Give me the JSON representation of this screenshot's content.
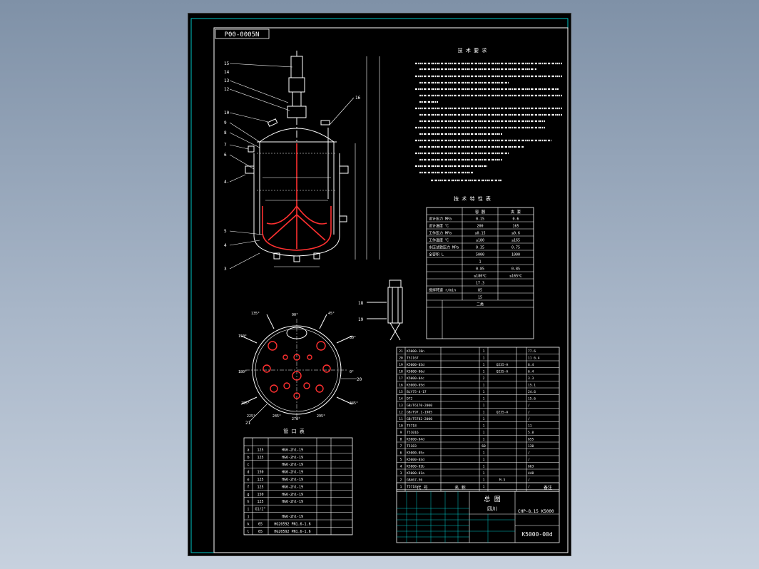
{
  "drawing_no_tag": "P00-0005N",
  "technical_requirements": {
    "title": "技 术 要 求"
  },
  "tech_characteristics": {
    "title": "技 术 特 性 表",
    "rows": [
      {
        "label": "设计压力 MPa",
        "v1": "0.15",
        "v2": "0.6"
      },
      {
        "label": "设计温度 ℃",
        "v1": "200",
        "v2": "165"
      },
      {
        "label": "工作压力 MPa",
        "v1": "≤0.15",
        "v2": "≤0.6"
      },
      {
        "label": "工作温度 ℃",
        "v1": "≤180",
        "v2": "≤165"
      },
      {
        "label": "水压试验压力 MPa",
        "v1": "0.35",
        "v2": "0.75"
      },
      {
        "label": "全容积 L",
        "v1": "5000",
        "v2": "1000"
      },
      {
        "label": "",
        "v1": "1",
        "v2": ""
      },
      {
        "label": "",
        "v1": "0.85",
        "v2": "0.85"
      },
      {
        "label": "",
        "v1": "≤180℃",
        "v2": "≤165℃"
      },
      {
        "label": "",
        "v1": "17.3",
        "v2": ""
      },
      {
        "label": "搅拌转速 r/min",
        "v1": "85",
        "v2": ""
      },
      {
        "label": "",
        "v1": "15",
        "v2": ""
      },
      {
        "label": "",
        "v1": "二类",
        "v2": ""
      }
    ]
  },
  "nozzle_table": {
    "title": "管 口 表",
    "rows": [
      {
        "mark": "a",
        "dn": "125",
        "std": "HG6-2hl-19"
      },
      {
        "mark": "b",
        "dn": "125",
        "std": "HG6-2hl-19"
      },
      {
        "mark": "c",
        "dn": "",
        "std": "HG6-2hl-19"
      },
      {
        "mark": "d",
        "dn": "150",
        "std": "HG6-2hl-19"
      },
      {
        "mark": "e",
        "dn": "125",
        "std": "HG6-2hl-19"
      },
      {
        "mark": "f",
        "dn": "125",
        "std": "HG6-2hl-19"
      },
      {
        "mark": "g",
        "dn": "150",
        "std": "HG6-2hl-19"
      },
      {
        "mark": "h",
        "dn": "125",
        "std": "HG6-2hl-19"
      },
      {
        "mark": "i",
        "dn": "G1/2\"",
        "std": ""
      },
      {
        "mark": "j",
        "dn": "",
        "std": "HG6-2hl-19"
      },
      {
        "mark": "k",
        "dn": "65",
        "std": "HG20592 PN1.6-1.6"
      },
      {
        "mark": "l",
        "dn": "65",
        "std": "HG20592 PN1.6-1.6"
      }
    ]
  },
  "parts_list": {
    "rows": [
      {
        "no": "21",
        "code": "K5000-18n",
        "qty": "1",
        "mat": "",
        "note": "77.6"
      },
      {
        "no": "20",
        "code": "T51167",
        "qty": "1",
        "mat": "",
        "note": "11 6.4"
      },
      {
        "no": "19",
        "code": "K5000-03d",
        "qty": "1",
        "mat": "Q235-A",
        "note": "6.4"
      },
      {
        "no": "18",
        "code": "K5000-06d",
        "qty": "1",
        "mat": "Q235-A",
        "note": "6.4"
      },
      {
        "no": "17",
        "code": "K5000-04c",
        "qty": "2",
        "mat": "",
        "note": "3.3"
      },
      {
        "no": "16",
        "code": "K5000-05d",
        "qty": "1",
        "mat": "",
        "note": "15.1"
      },
      {
        "no": "15",
        "code": "BLY75-4-17",
        "qty": "1",
        "mat": "",
        "note": "24.6"
      },
      {
        "no": "14",
        "code": "D72",
        "qty": "1",
        "mat": "",
        "note": "15.6"
      },
      {
        "no": "13",
        "code": "GB/T6170-2000",
        "qty": "1",
        "mat": "",
        "note": "/"
      },
      {
        "no": "12",
        "code": "GB/T97.1-1985",
        "qty": "1",
        "mat": "Q235-A",
        "note": "/"
      },
      {
        "no": "11",
        "code": "GB/T5782-2000",
        "qty": "1",
        "mat": "",
        "note": "/"
      },
      {
        "no": "10",
        "code": "T5718",
        "qty": "1",
        "mat": "",
        "note": "11"
      },
      {
        "no": "9",
        "code": "T51016",
        "qty": "1",
        "mat": "",
        "note": "5.8"
      },
      {
        "no": "8",
        "code": "K5000-04d",
        "qty": "1",
        "mat": "",
        "note": "655"
      },
      {
        "no": "7",
        "code": "T5183",
        "qty": "60",
        "mat": "",
        "note": "130"
      },
      {
        "no": "6",
        "code": "K5000-05c",
        "qty": "1",
        "mat": "",
        "note": "/"
      },
      {
        "no": "5",
        "code": "K5000-03d",
        "qty": "1",
        "mat": "",
        "note": "/"
      },
      {
        "no": "4",
        "code": "K5000-02b",
        "qty": "1",
        "mat": "",
        "note": "663"
      },
      {
        "no": "3",
        "code": "K5000-01a",
        "qty": "1",
        "mat": "",
        "note": "448"
      },
      {
        "no": "2",
        "code": "GB467-56",
        "qty": "1",
        "mat": "M.3",
        "note": "/"
      },
      {
        "no": "1",
        "code": "T5718",
        "qty": "1",
        "mat": "",
        "note": "/"
      }
    ]
  },
  "title_block": {
    "name_main": "总 图",
    "name_sub": "四川",
    "model": "CHP-8.15 K5000",
    "drawing_no": "K5000-00d",
    "header_no": "代 号",
    "header_name": "名 称",
    "header_note": "备注"
  }
}
